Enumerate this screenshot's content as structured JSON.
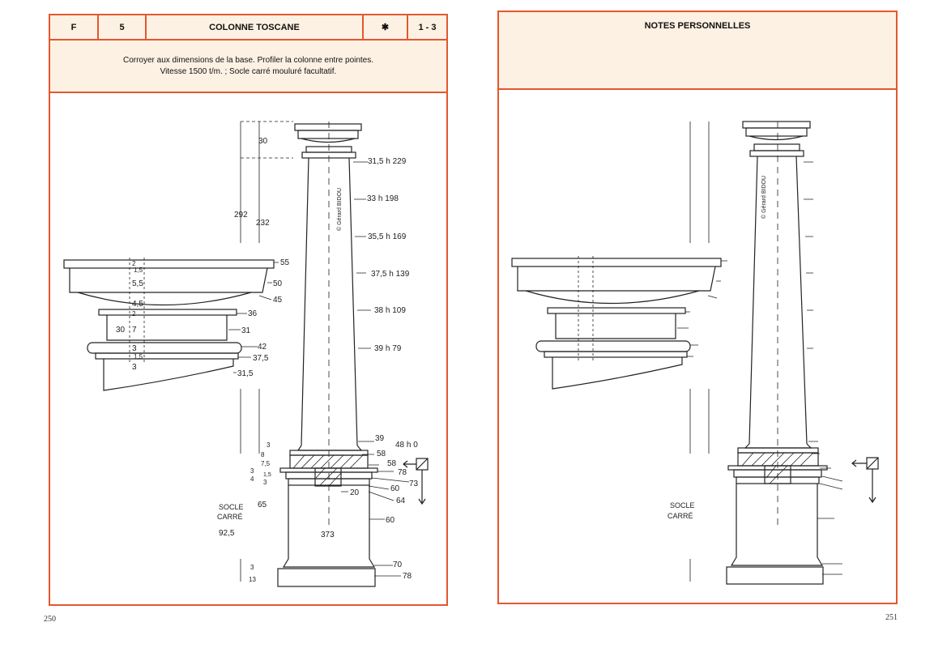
{
  "left": {
    "header": {
      "cells": [
        "F",
        "5",
        "COLONNE TOSCANE",
        "✱",
        "1 - 3"
      ]
    },
    "instructions": {
      "line1": "Corroyer aux dimensions de la base. Profiler la colonne entre pointes.",
      "line2": "Vitesse 1500 t/m. ; Socle carré mouluré facultatif."
    },
    "copyright": "© Gérard BIDOU",
    "shaft_labels": [
      "31,5  h 229",
      "33  h 198",
      "35,5  h 169",
      "37,5  h 139",
      "38  h 109",
      "39  h 79"
    ],
    "base_labels": [
      "39",
      "48 h 0",
      "58",
      "58",
      "78",
      "73",
      "60",
      "64",
      "20",
      "60",
      "70",
      "78"
    ],
    "capital_detail_right": [
      "55",
      "50",
      "45",
      "36",
      "31",
      "42",
      "37,5",
      "31,5"
    ],
    "capital_detail_left": [
      "2",
      "1,5",
      "5,5",
      "4,5",
      "2",
      "30",
      "7",
      "3",
      "1,5",
      "3"
    ],
    "left_dims": [
      "30",
      "292",
      "232",
      "3",
      "8",
      "7,5",
      "3",
      "4",
      "1,5",
      "3",
      "SOCLE",
      "CARRÉ",
      "65",
      "92,5",
      "373",
      "3",
      "13"
    ],
    "folio": "250"
  },
  "right": {
    "title": "NOTES PERSONNELLES",
    "copyright": "© Gérard BIDOU",
    "socle_label_1": "SOCLE",
    "socle_label_2": "CARRÉ",
    "folio": "251"
  }
}
